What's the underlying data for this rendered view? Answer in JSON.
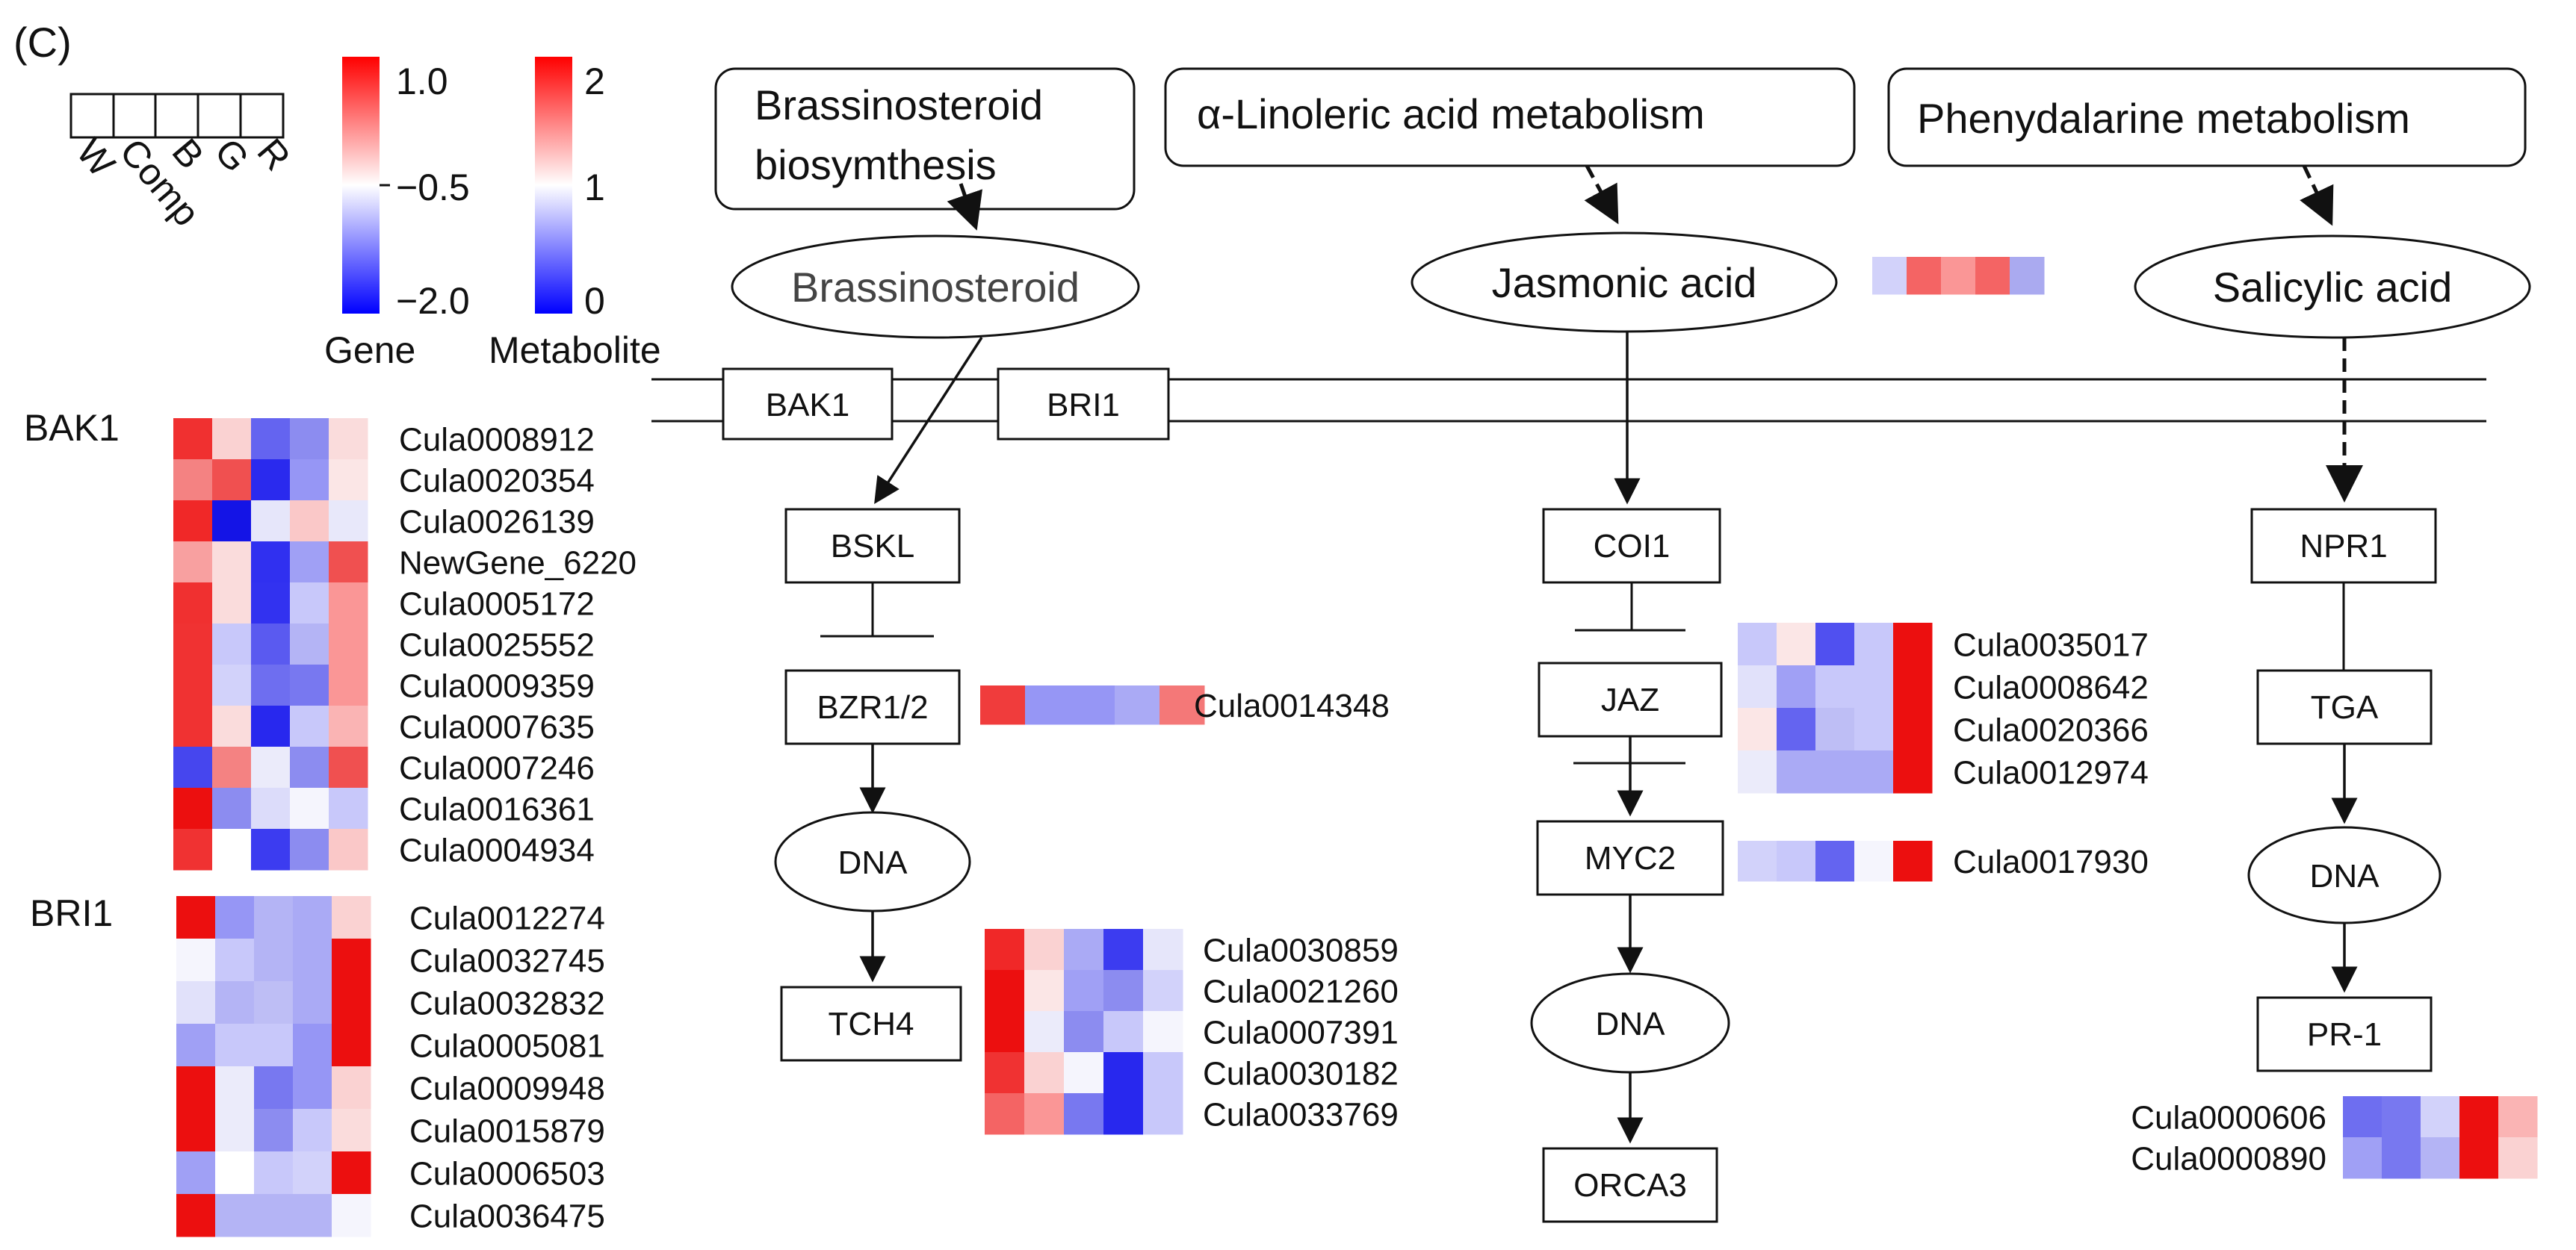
{
  "panel_label": "(C)",
  "legend": {
    "sample_labels": [
      "W",
      "Comp",
      "B",
      "G",
      "R"
    ],
    "gene_scale": {
      "title": "Gene",
      "top": "1.0",
      "mid": "−0.5",
      "bottom": "−2.0",
      "high_color": "#ff0000",
      "mid_color": "#ffffff",
      "low_color": "#0000ff"
    },
    "metabolite_scale": {
      "title": "Metabolite",
      "top": "2",
      "mid": "1",
      "bottom": "0",
      "high_color": "#ff0000",
      "mid_color": "#ffffff",
      "low_color": "#0000ff"
    }
  },
  "pathways": {
    "brassinosteroid_biosynthesis": [
      "Brassinosteroid",
      "biosymthesis"
    ],
    "linoleric": "α-Linoleric acid metabolism",
    "phenydalarine": "Phenydalarine metabolism"
  },
  "metabolites": {
    "brassinosteroid": "Brassinosteroid",
    "jasmonic_acid": "Jasmonic acid",
    "salicylic_acid": "Salicylic acid"
  },
  "nodes": {
    "bak1": "BAK1",
    "bri1": "BRI1",
    "bskl": "BSKL",
    "bzr": "BZR1/2",
    "dna": "DNA",
    "tch4": "TCH4",
    "coi1": "COI1",
    "jaz": "JAZ",
    "myc2": "MYC2",
    "orca3": "ORCA3",
    "npr1": "NPR1",
    "tga": "TGA",
    "pr1": "PR-1"
  },
  "heatmaps": {
    "jasmonic_acid": {
      "rows": [
        {
          "colors": [
            "#d2d2fa",
            "#f46464",
            "#fa9696",
            "#f46464",
            "#aaaaf0"
          ]
        }
      ]
    },
    "bak1": {
      "title": "BAK1",
      "rows": [
        {
          "id": "Cula0008912",
          "colors": [
            "#f03030",
            "#fad2d2",
            "#6464f0",
            "#8c8cf0",
            "#fadcdc"
          ]
        },
        {
          "id": "Cula0020354",
          "colors": [
            "#f48282",
            "#f05050",
            "#2a2aee",
            "#9696f5",
            "#fbe6e6"
          ]
        },
        {
          "id": "Cula0026139",
          "colors": [
            "#f02828",
            "#1414e6",
            "#e6e6fa",
            "#fac8c8",
            "#e8e8fa"
          ]
        },
        {
          "id": "NewGene_6220",
          "colors": [
            "#f8a0a0",
            "#fadcdc",
            "#3030f0",
            "#a0a0f5",
            "#f05050"
          ]
        },
        {
          "id": "Cula0005172",
          "colors": [
            "#f03030",
            "#fadcdc",
            "#3232f0",
            "#c8c8fa",
            "#fa9696"
          ]
        },
        {
          "id": "Cula0025552",
          "colors": [
            "#f03232",
            "#c8c8fa",
            "#5a5af0",
            "#b4b4f5",
            "#fa9696"
          ]
        },
        {
          "id": "Cula0009359",
          "colors": [
            "#f03232",
            "#d2d2fa",
            "#6e6ef0",
            "#7878f0",
            "#fa9696"
          ]
        },
        {
          "id": "Cula0007635",
          "colors": [
            "#f03232",
            "#fadcdc",
            "#2828ee",
            "#c8c8fa",
            "#fab4b4"
          ]
        },
        {
          "id": "Cula0007246",
          "colors": [
            "#4646ee",
            "#f48282",
            "#ebebfa",
            "#8c8cf0",
            "#f05050"
          ]
        },
        {
          "id": "Cula0016361",
          "colors": [
            "#ec0f0f",
            "#8c8cf0",
            "#dcdcfa",
            "#f5f5fd",
            "#c8c8fa"
          ]
        },
        {
          "id": "Cula0004934",
          "colors": [
            "#f03232",
            "#ffffff",
            "#3c3cf0",
            "#8c8cf0",
            "#fac8c8"
          ]
        }
      ]
    },
    "bri1": {
      "title": "BRI1",
      "rows": [
        {
          "id": "Cula0012274",
          "colors": [
            "#ec0f0f",
            "#9696f5",
            "#b4b4f5",
            "#aaaaf5",
            "#fad2d2"
          ]
        },
        {
          "id": "Cula0032745",
          "colors": [
            "#f5f5fd",
            "#c8c8fa",
            "#b4b4f5",
            "#aaaaf5",
            "#ec0f0f"
          ]
        },
        {
          "id": "Cula0032832",
          "colors": [
            "#e1e1fa",
            "#b4b4f5",
            "#bebef5",
            "#aaaaf5",
            "#ec0f0f"
          ]
        },
        {
          "id": "Cula0005081",
          "colors": [
            "#a0a0f5",
            "#c8c8fa",
            "#c8c8fa",
            "#9696f5",
            "#ec0f0f"
          ]
        },
        {
          "id": "Cula0009948",
          "colors": [
            "#ec0f0f",
            "#ebebfa",
            "#7878f0",
            "#9696f5",
            "#fad2d2"
          ]
        },
        {
          "id": "Cula0015879",
          "colors": [
            "#ec0f0f",
            "#ebebfa",
            "#8c8cf0",
            "#c8c8fa",
            "#fadcdc"
          ]
        },
        {
          "id": "Cula0006503",
          "colors": [
            "#a0a0f5",
            "#ffffff",
            "#c8c8fa",
            "#d2d2fa",
            "#ec0f0f"
          ]
        },
        {
          "id": "Cula0036475",
          "colors": [
            "#ec0f0f",
            "#b4b4f5",
            "#b4b4f5",
            "#b4b4f5",
            "#f5f5fd"
          ]
        }
      ]
    },
    "bzr": {
      "rows": [
        {
          "id": "Cula0014348",
          "colors": [
            "#f03c3c",
            "#9696f5",
            "#9696f5",
            "#aaaaf5",
            "#f47878"
          ]
        }
      ]
    },
    "tch4": {
      "rows": [
        {
          "id": "Cula0030859",
          "colors": [
            "#f02828",
            "#fad2d2",
            "#aaaaf5",
            "#3c3cf0",
            "#e6e6fa"
          ]
        },
        {
          "id": "Cula0021260",
          "colors": [
            "#ec0f0f",
            "#fbe6e6",
            "#a0a0f5",
            "#8c8cf0",
            "#d2d2fa"
          ]
        },
        {
          "id": "Cula0007391",
          "colors": [
            "#ec0f0f",
            "#ebebfa",
            "#8c8cf0",
            "#c8c8fa",
            "#f5f5fd"
          ]
        },
        {
          "id": "Cula0030182",
          "colors": [
            "#f03232",
            "#fad2d2",
            "#f5f5fd",
            "#2828ee",
            "#c8c8fa"
          ]
        },
        {
          "id": "Cula0033769",
          "colors": [
            "#f46464",
            "#fa9696",
            "#7878f0",
            "#2828ee",
            "#c8c8fa"
          ]
        }
      ]
    },
    "jaz": {
      "rows": [
        {
          "id": "Cula0035017",
          "colors": [
            "#c8c8fa",
            "#fbe6e6",
            "#5050f0",
            "#c8c8fa",
            "#ec0f0f"
          ]
        },
        {
          "id": "Cula0008642",
          "colors": [
            "#e1e1fa",
            "#a0a0f5",
            "#c8c8fa",
            "#c8c8fa",
            "#ec0f0f"
          ]
        },
        {
          "id": "Cula0020366",
          "colors": [
            "#fbe6e6",
            "#6464f0",
            "#bebef5",
            "#c8c8fa",
            "#ec0f0f"
          ]
        },
        {
          "id": "Cula0012974",
          "colors": [
            "#ebebfa",
            "#aaaaf5",
            "#aaaaf5",
            "#aaaaf5",
            "#ec0f0f"
          ]
        }
      ]
    },
    "myc2": {
      "rows": [
        {
          "id": "Cula0017930",
          "colors": [
            "#d2d2fa",
            "#c8c8fa",
            "#6464f0",
            "#f5f5fd",
            "#ec0f0f"
          ]
        }
      ]
    },
    "pr1": {
      "rows": [
        {
          "id": "Cula0000606",
          "colors": [
            "#6e6ef0",
            "#7878f0",
            "#d2d2fa",
            "#ec0f0f",
            "#fab4b4"
          ]
        },
        {
          "id": "Cula0000890",
          "colors": [
            "#a0a0f5",
            "#7878f0",
            "#b4b4f5",
            "#ec0f0f",
            "#fad2d2"
          ]
        }
      ]
    }
  }
}
